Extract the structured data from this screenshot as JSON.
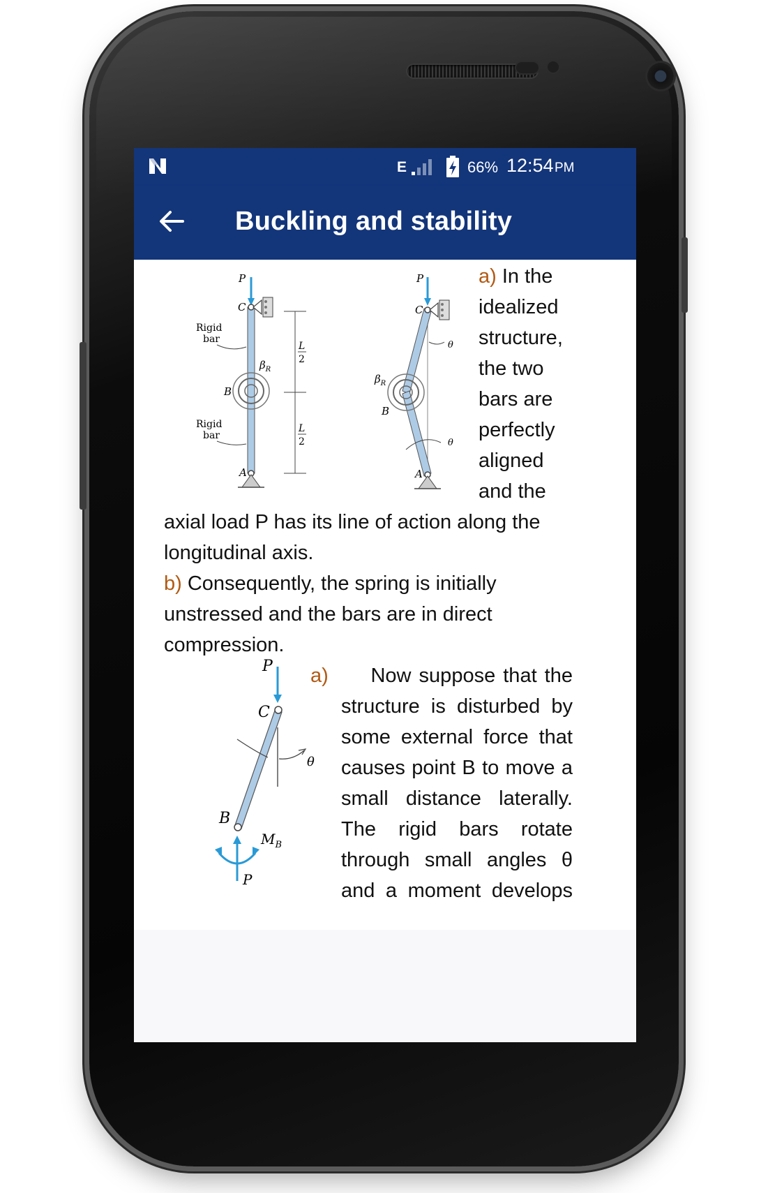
{
  "status_bar": {
    "app_icon": "n-logo-icon",
    "network": "E",
    "signal_icon": "signal-bars-icon",
    "battery_icon": "battery-charging-icon",
    "battery": "66%",
    "time": "12:54",
    "ampm": "PM"
  },
  "app_bar": {
    "back_icon": "arrow-left-icon",
    "title": "Buckling and stability"
  },
  "figure1": {
    "left": {
      "P": "P",
      "C": "C",
      "B": "B",
      "A": "A",
      "rigid_bar_top_1": "Rigid",
      "rigid_bar_top_2": "bar",
      "rigid_bar_bottom_1": "Rigid",
      "rigid_bar_bottom_2": "bar",
      "beta": "β",
      "beta_sub": "R",
      "L_upper": "L",
      "two_upper": "2",
      "L_lower": "L",
      "two_lower": "2"
    },
    "right": {
      "P": "P",
      "C": "C",
      "B": "B",
      "A": "A",
      "beta": "β",
      "beta_sub": "R",
      "theta_top": "θ",
      "theta_bottom": "θ"
    }
  },
  "figure2": {
    "P_top": "P",
    "C": "C",
    "theta": "θ",
    "B": "B",
    "M": "M",
    "M_sub": "B",
    "P_bottom": "P"
  },
  "text": {
    "a1_marker": "a)",
    "a1_lines": [
      "In the",
      "idealized",
      "structure,",
      "the two",
      "bars are",
      "perfectly",
      "aligned",
      "and the"
    ],
    "full_lines": [
      "axial load P has its line of action along the",
      "longitudinal axis."
    ],
    "b_marker": "b)",
    "b_lines": [
      "Consequently, the spring is initially",
      "unstressed and the bars are in direct",
      "compression."
    ],
    "a2_marker": "a)",
    "a2_first": "Now suppose that the",
    "a2_lines": [
      "structure is disturbed by",
      "some external force that",
      "causes point B to move a",
      "small distance laterally.",
      "The rigid bars rotate",
      "through small angles θ",
      "and a moment develops"
    ]
  },
  "colors": {
    "app_bar": "#13357a",
    "marker": "#b15a14",
    "bar_fill": "#aecbe6",
    "arrow": "#2a9ad6"
  }
}
